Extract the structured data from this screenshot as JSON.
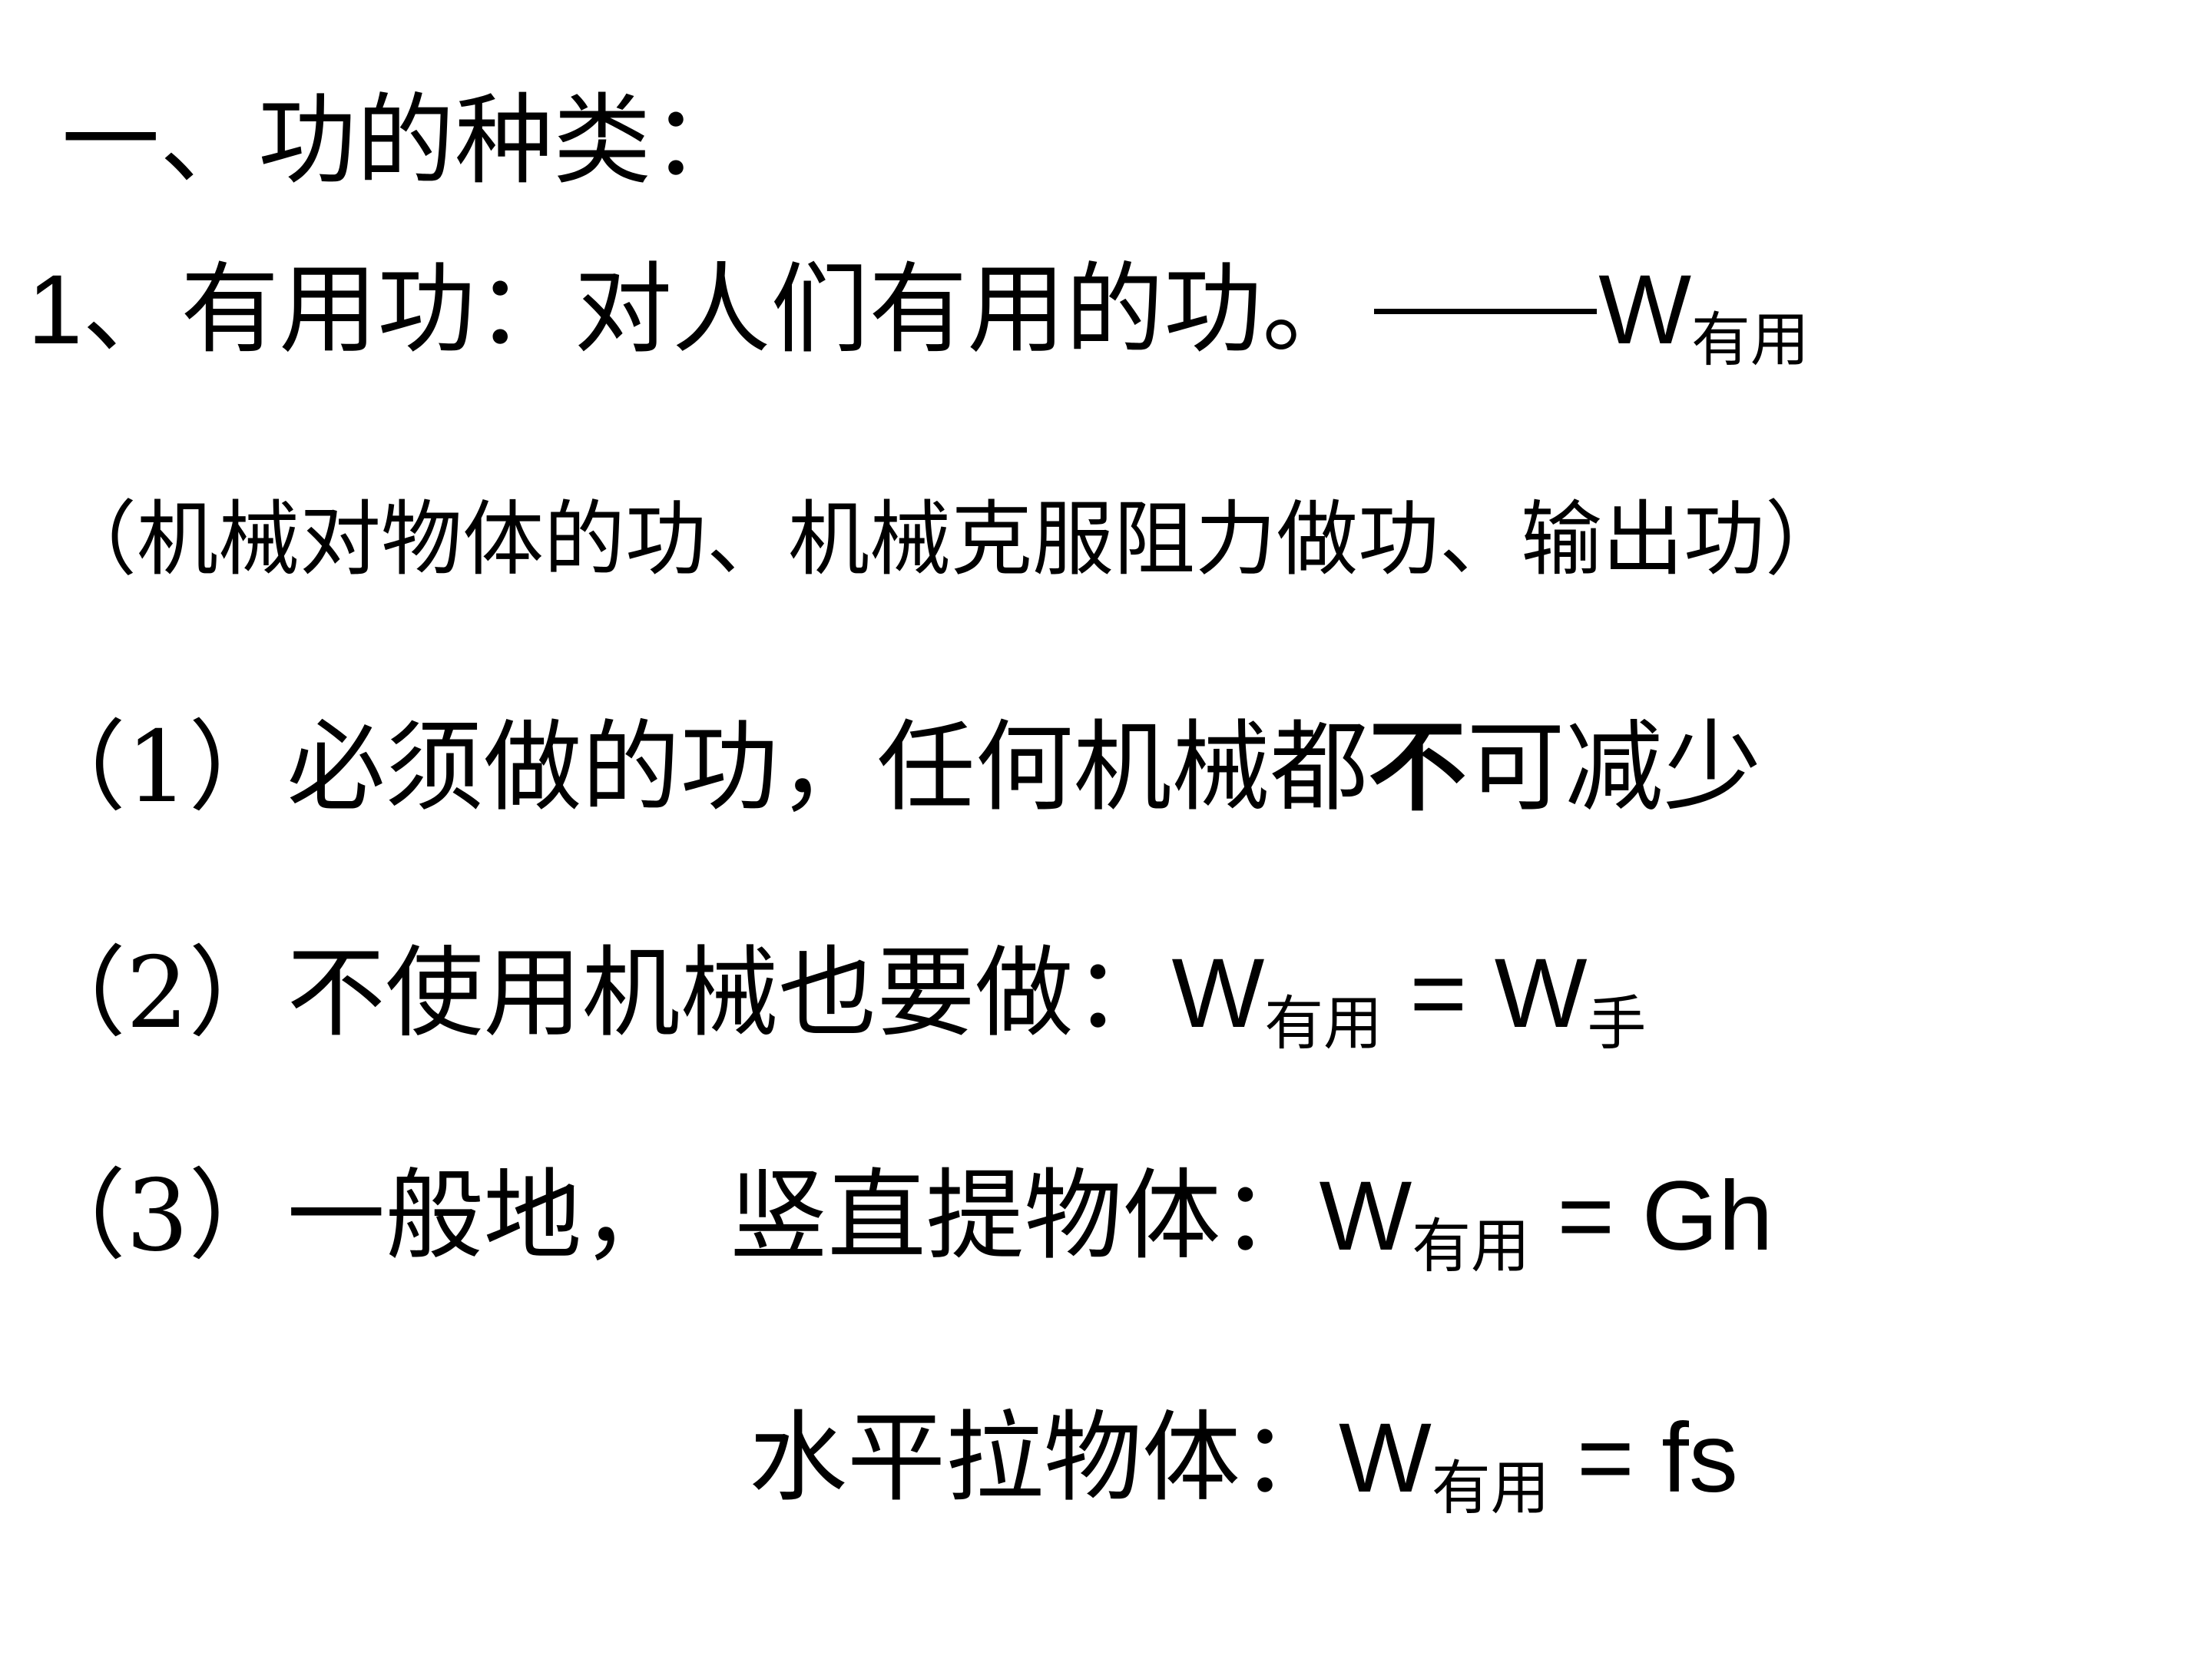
{
  "title": "一、功的种类：",
  "useful_work": {
    "number": "1",
    "text": "、有用功：对人们有用的功。",
    "symbol": "W",
    "subscript": "有用"
  },
  "note": "（机械对物体的功、机械克服阻力做功、输出功）",
  "items": [
    {
      "prefix": "（1）必须做的功，任何机械都",
      "bold_char": "不",
      "suffix": "可减少"
    },
    {
      "prefix": "（2）不使用机械也要做：",
      "symbol": "W",
      "subscript": "有用",
      "equals": " = W",
      "subscript2": "手"
    },
    {
      "prefix": "（3）一般地，　竖直提物体：",
      "symbol": "W",
      "subscript": "有用",
      "formula": " = Gh"
    },
    {
      "prefix": "水平拉物体：",
      "symbol": "W",
      "subscript": "有用",
      "formula": " = fs"
    }
  ]
}
